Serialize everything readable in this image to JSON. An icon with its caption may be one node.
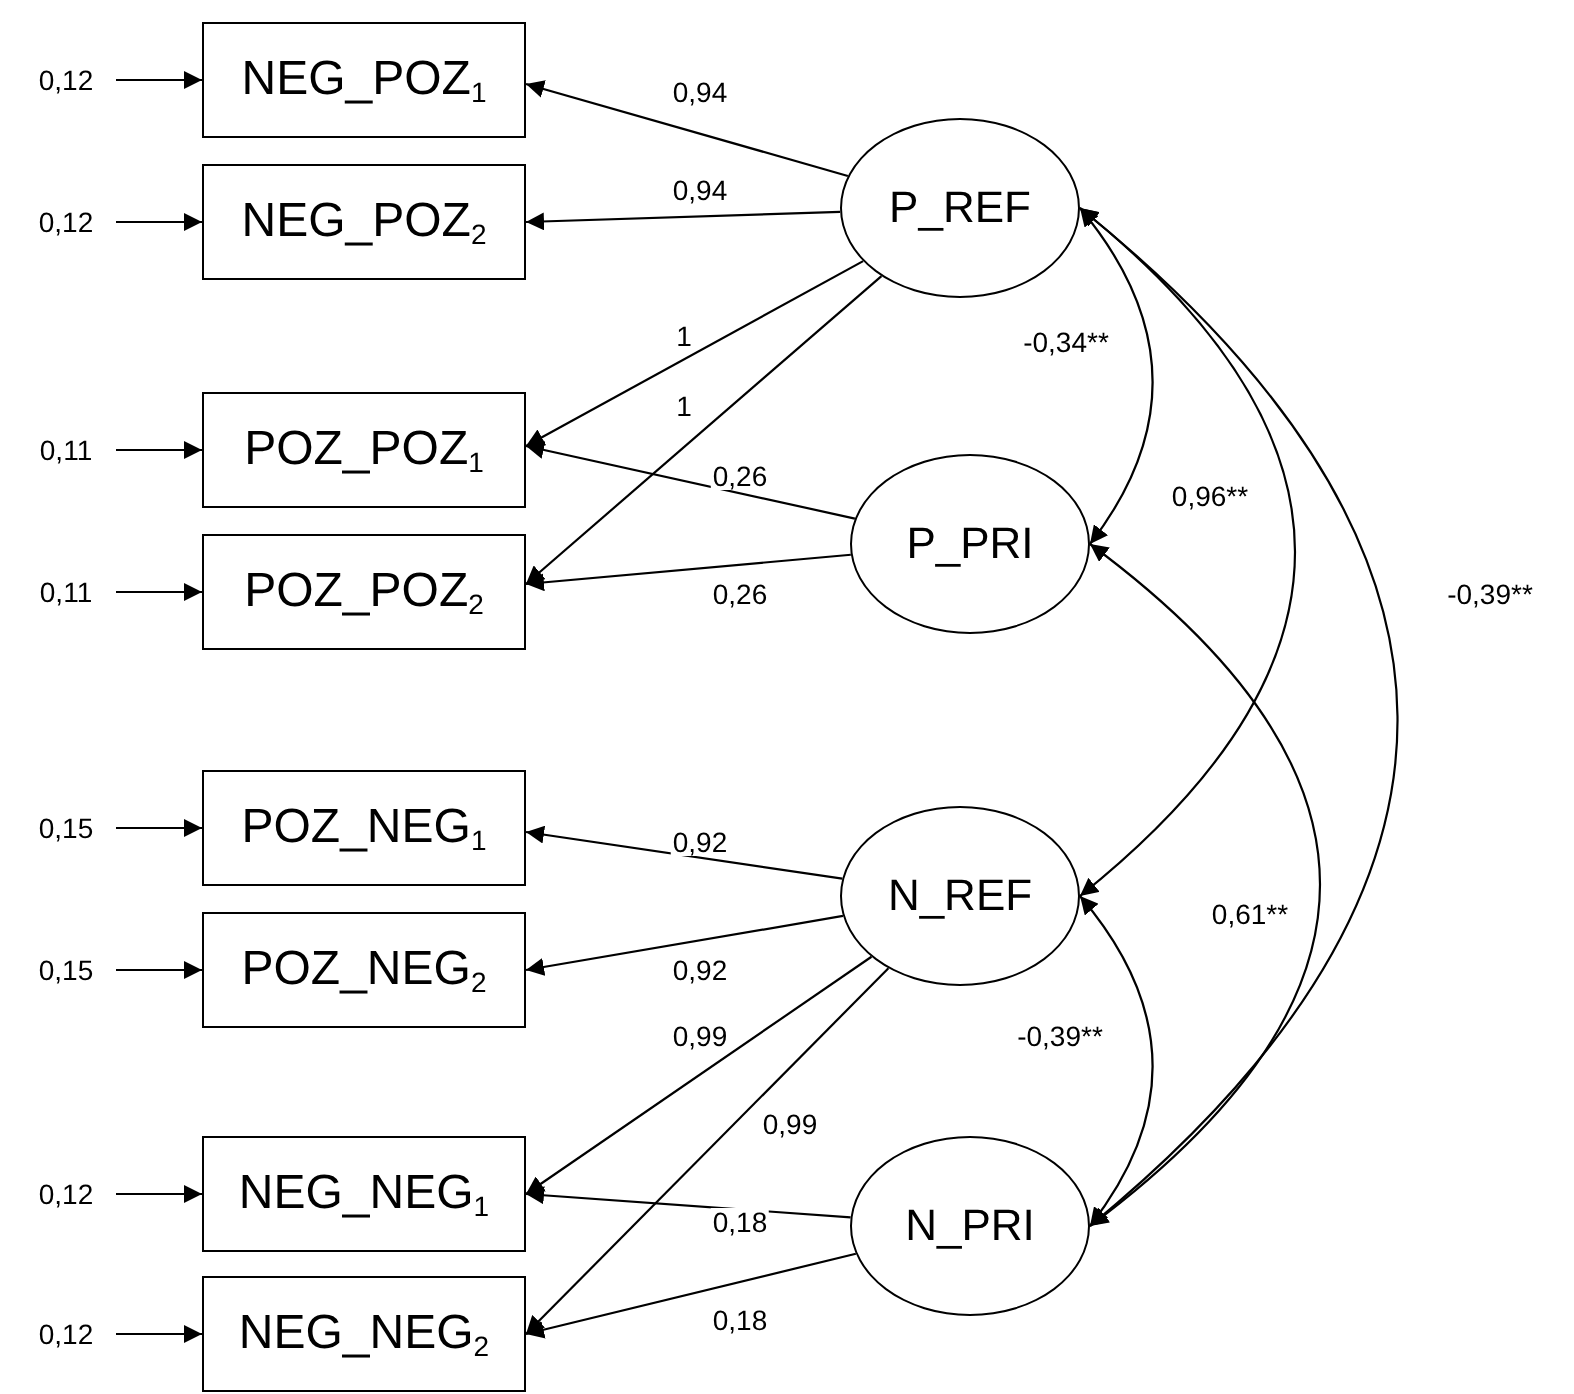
{
  "diagram": {
    "nodes": [
      {
        "text": [
          "NEG_POZ$_{1}$"
        ]
      },
      {
        "text": [
          "NEG_POZ$_{2}$"
        ]
      },
      {
        "text": [
          "POZ_POZ$_{1}$"
        ]
      },
      {
        "text": [
          "POZ_POZ$_{2}$"
        ]
      },
      {
        "text": [
          "POZ_NEG$_{1}$"
        ]
      },
      {
        "text": [
          "POZ_NEG$_{2}$"
        ]
      },
      {
        "text": [
          "NEG_NEG$_{1}$"
        ]
      },
      {
        "text": [
          "NEG_NEG$_{2}$"
        ]
      },
      {
        "text": [
          "P_REF"
        ]
      },
      {
        "text": [
          "P_PRI"
        ]
      },
      {
        "text": [
          "N_REF"
        ]
      },
      {
        "text": [
          "N_PRI"
        ]
      },
      {
        "text": [
          "0,12"
        ]
      },
      {
        "text": [
          "0,12"
        ]
      },
      {
        "text": [
          "0,11"
        ]
      },
      {
        "text": [
          "0,11"
        ]
      },
      {
        "text": [
          "0,15"
        ]
      },
      {
        "text": [
          "0,15"
        ]
      },
      {
        "text": [
          "0,12"
        ]
      },
      {
        "text": [
          "0,12"
        ]
      }
    ],
    "edges": [
      {
        "from": 12,
        "to": 0,
        "arrow": "to"
      },
      {
        "from": 13,
        "to": 1,
        "arrow": "to"
      },
      {
        "from": 14,
        "to": 2,
        "arrow": "to"
      },
      {
        "from": 15,
        "to": 3,
        "arrow": "to"
      },
      {
        "from": 16,
        "to": 4,
        "arrow": "to"
      },
      {
        "from": 17,
        "to": 5,
        "arrow": "to"
      },
      {
        "from": 18,
        "to": 6,
        "arrow": "to"
      },
      {
        "from": 19,
        "to": 7,
        "arrow": "to"
      },
      {
        "from": 8,
        "to": 0,
        "arrow": "to",
        "label": "0,94"
      },
      {
        "from": 8,
        "to": 1,
        "arrow": "to",
        "label": "0,94"
      },
      {
        "from": 8,
        "to": 2,
        "arrow": "to",
        "label": "1"
      },
      {
        "from": 8,
        "to": 3,
        "arrow": "to",
        "label": "1"
      },
      {
        "from": 9,
        "to": 2,
        "arrow": "to",
        "label": "0,26"
      },
      {
        "from": 9,
        "to": 3,
        "arrow": "to",
        "label": "0,26"
      },
      {
        "from": 10,
        "to": 4,
        "arrow": "to",
        "label": "0,92"
      },
      {
        "from": 10,
        "to": 5,
        "arrow": "to",
        "label": "0,92"
      },
      {
        "from": 10,
        "to": 6,
        "arrow": "to",
        "label": "0,99"
      },
      {
        "from": 10,
        "to": 7,
        "arrow": "to",
        "label": "0,99"
      },
      {
        "from": 11,
        "to": 6,
        "arrow": "to",
        "label": "0,18"
      },
      {
        "from": 11,
        "to": 7,
        "arrow": "to",
        "label": "0,18"
      },
      {
        "from": 8,
        "to": 9,
        "arrow": "both",
        "label": "-0,34**"
      },
      {
        "from": 8,
        "to": 10,
        "arrow": "both",
        "label": "0,96**"
      },
      {
        "from": 8,
        "to": 11,
        "arrow": "both",
        "label": "-0,39**"
      },
      {
        "from": 9,
        "to": 11,
        "arrow": "both",
        "label": "0,61**"
      },
      {
        "from": 10,
        "to": 11,
        "arrow": "both",
        "label": "-0,39**"
      }
    ]
  }
}
